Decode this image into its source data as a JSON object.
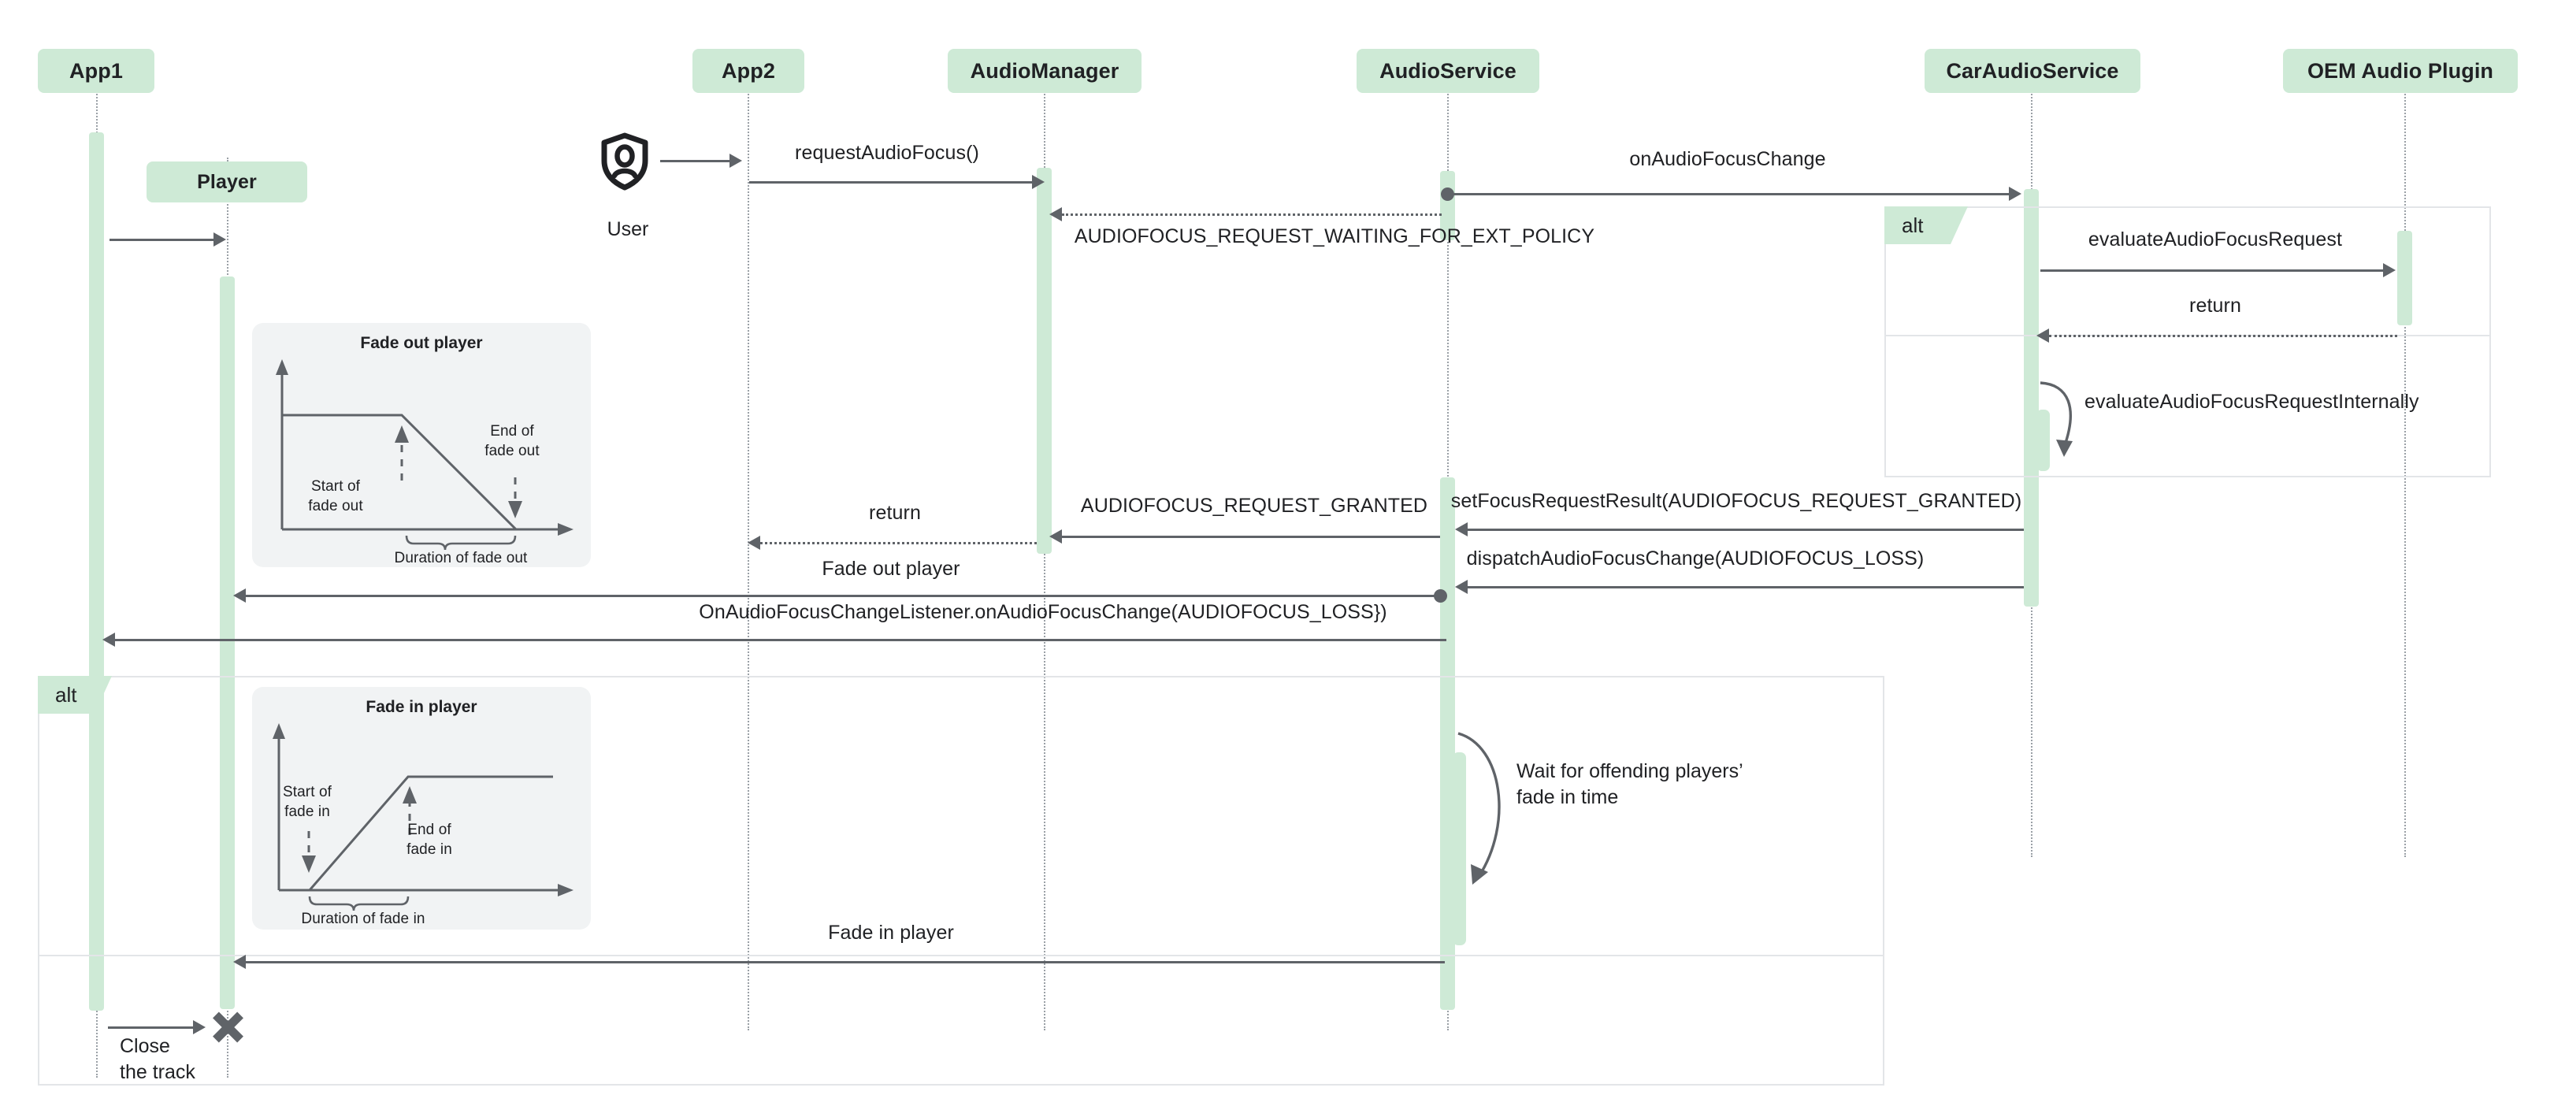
{
  "diagram": {
    "type": "uml-sequence-diagram",
    "title": "Android Automotive audio focus and fade in/out sequence",
    "colors": {
      "participant_fill": "#ceead6",
      "activation_fill": "#ceead6",
      "line": "#5f6368",
      "lifeline": "#9aa0a6",
      "fragment_border": "#e3e5e8",
      "inset_fill": "#f1f3f4",
      "text": "#202124",
      "background": "#ffffff"
    }
  },
  "participants": [
    {
      "id": "app1",
      "label": "App1"
    },
    {
      "id": "player",
      "label": "Player"
    },
    {
      "id": "app2",
      "label": "App2"
    },
    {
      "id": "audiomanager",
      "label": "AudioManager"
    },
    {
      "id": "audioservice",
      "label": "AudioService"
    },
    {
      "id": "caraudio",
      "label": "CarAudioService"
    },
    {
      "id": "oemplugin",
      "label": "OEM Audio Plugin"
    }
  ],
  "actors": [
    {
      "id": "user",
      "label": "User",
      "icon": "user-shield-icon"
    }
  ],
  "messages": [
    {
      "id": "m0",
      "label": "",
      "from": "user",
      "to": "app2",
      "style": "solid"
    },
    {
      "id": "m1",
      "label": "",
      "from": "app1",
      "to": "player",
      "style": "solid"
    },
    {
      "id": "m2",
      "label": "requestAudioFocus()",
      "from": "app2",
      "to": "audiomanager",
      "style": "solid"
    },
    {
      "id": "m3",
      "label": "onAudioFocusChange",
      "from": "audioservice",
      "to": "caraudio",
      "style": "solid",
      "start": "ball"
    },
    {
      "id": "m4",
      "label": "AUDIOFOCUS_REQUEST_WAITING_FOR_EXT_POLICY",
      "from": "audioservice",
      "to": "audiomanager",
      "style": "dotted"
    },
    {
      "id": "m5",
      "label": "evaluateAudioFocusRequest",
      "from": "caraudio",
      "to": "oemplugin",
      "style": "solid"
    },
    {
      "id": "m6",
      "label": "return",
      "from": "oemplugin",
      "to": "caraudio",
      "style": "dotted"
    },
    {
      "id": "m7",
      "label": "evaluateAudioFocusRequestInternally",
      "from": "caraudio",
      "to": "caraudio",
      "style": "self"
    },
    {
      "id": "m8",
      "label": "setFocusRequestResult(AUDIOFOCUS_REQUEST_GRANTED)",
      "from": "caraudio",
      "to": "audioservice",
      "style": "solid"
    },
    {
      "id": "m9",
      "label": "AUDIOFOCUS_REQUEST_GRANTED",
      "from": "audioservice",
      "to": "audiomanager",
      "style": "solid"
    },
    {
      "id": "m10",
      "label": "return",
      "from": "audiomanager",
      "to": "app2",
      "style": "dotted"
    },
    {
      "id": "m11",
      "label": "dispatchAudioFocusChange(AUDIOFOCUS_LOSS)",
      "from": "caraudio",
      "to": "audioservice",
      "style": "solid"
    },
    {
      "id": "m12",
      "label": "Fade out player",
      "from": "audioservice",
      "to": "player",
      "style": "solid",
      "start": "ball"
    },
    {
      "id": "m13",
      "label": "OnAudioFocusChangeListener.onAudioFocusChange(AUDIOFOCUS_LOSS})",
      "from": "audioservice",
      "to": "app1",
      "style": "solid"
    },
    {
      "id": "m14",
      "label": "Wait for offending players’\n fade in time",
      "from": "audioservice",
      "to": "audioservice",
      "style": "self"
    },
    {
      "id": "m15",
      "label": "Fade in player",
      "from": "audioservice",
      "to": "player",
      "style": "solid"
    },
    {
      "id": "m16",
      "label": "Close\nthe track",
      "from": "app1",
      "to": "player",
      "style": "solid",
      "end": "destroy"
    }
  ],
  "fragments": [
    {
      "id": "alt-right",
      "operator": "alt",
      "over": [
        "caraudio",
        "oemplugin"
      ]
    },
    {
      "id": "alt-left",
      "operator": "alt",
      "over": [
        "app1",
        "audioservice"
      ]
    }
  ],
  "insets": [
    {
      "id": "fade-out-chart",
      "title": "Fade out player",
      "annotations": [
        "Start of\nfade out",
        "End of\nfade out",
        "Duration of fade out"
      ]
    },
    {
      "id": "fade-in-chart",
      "title": "Fade in player",
      "annotations": [
        "Start of\nfade in",
        "End of\nfade in",
        "Duration of fade in"
      ]
    }
  ],
  "chart_data": [
    {
      "id": "fade-out-chart",
      "type": "line",
      "title": "Fade out player",
      "xlabel": "",
      "ylabel": "",
      "x": [
        0,
        0.52,
        1.0
      ],
      "values": [
        1,
        1,
        0
      ],
      "annotations": [
        {
          "text": "Start of\nfade out",
          "at_x": 0.52,
          "at_y": 1
        },
        {
          "text": "End of\nfade out",
          "at_x": 1.0,
          "at_y": 0
        },
        {
          "text": "Duration of fade out",
          "span_x": [
            0.52,
            1.0
          ]
        }
      ],
      "grid": false,
      "legend": "none"
    },
    {
      "id": "fade-in-chart",
      "type": "line",
      "title": "Fade in player",
      "xlabel": "",
      "ylabel": "",
      "x": [
        0,
        0.18,
        0.62,
        1.0
      ],
      "values": [
        0,
        0,
        1,
        1
      ],
      "annotations": [
        {
          "text": "Start of\nfade in",
          "at_x": 0.18,
          "at_y": 0
        },
        {
          "text": "End of\nfade in",
          "at_x": 0.62,
          "at_y": 1
        },
        {
          "text": "Duration of fade in",
          "span_x": [
            0.18,
            0.62
          ]
        }
      ],
      "grid": false,
      "legend": "none"
    }
  ]
}
